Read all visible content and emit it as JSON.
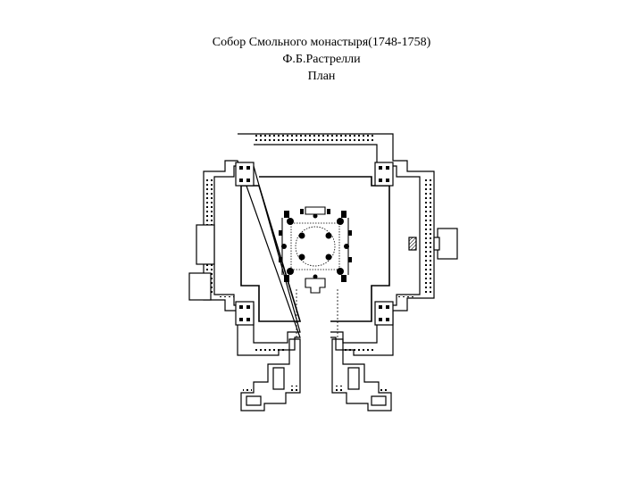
{
  "caption": {
    "line1": "Собор Смольного монастыря(1748-1758)",
    "line2": "Ф.Б.Растрелли",
    "line3": "План"
  },
  "colors": {
    "background": "#ffffff",
    "ink": "#000000"
  }
}
